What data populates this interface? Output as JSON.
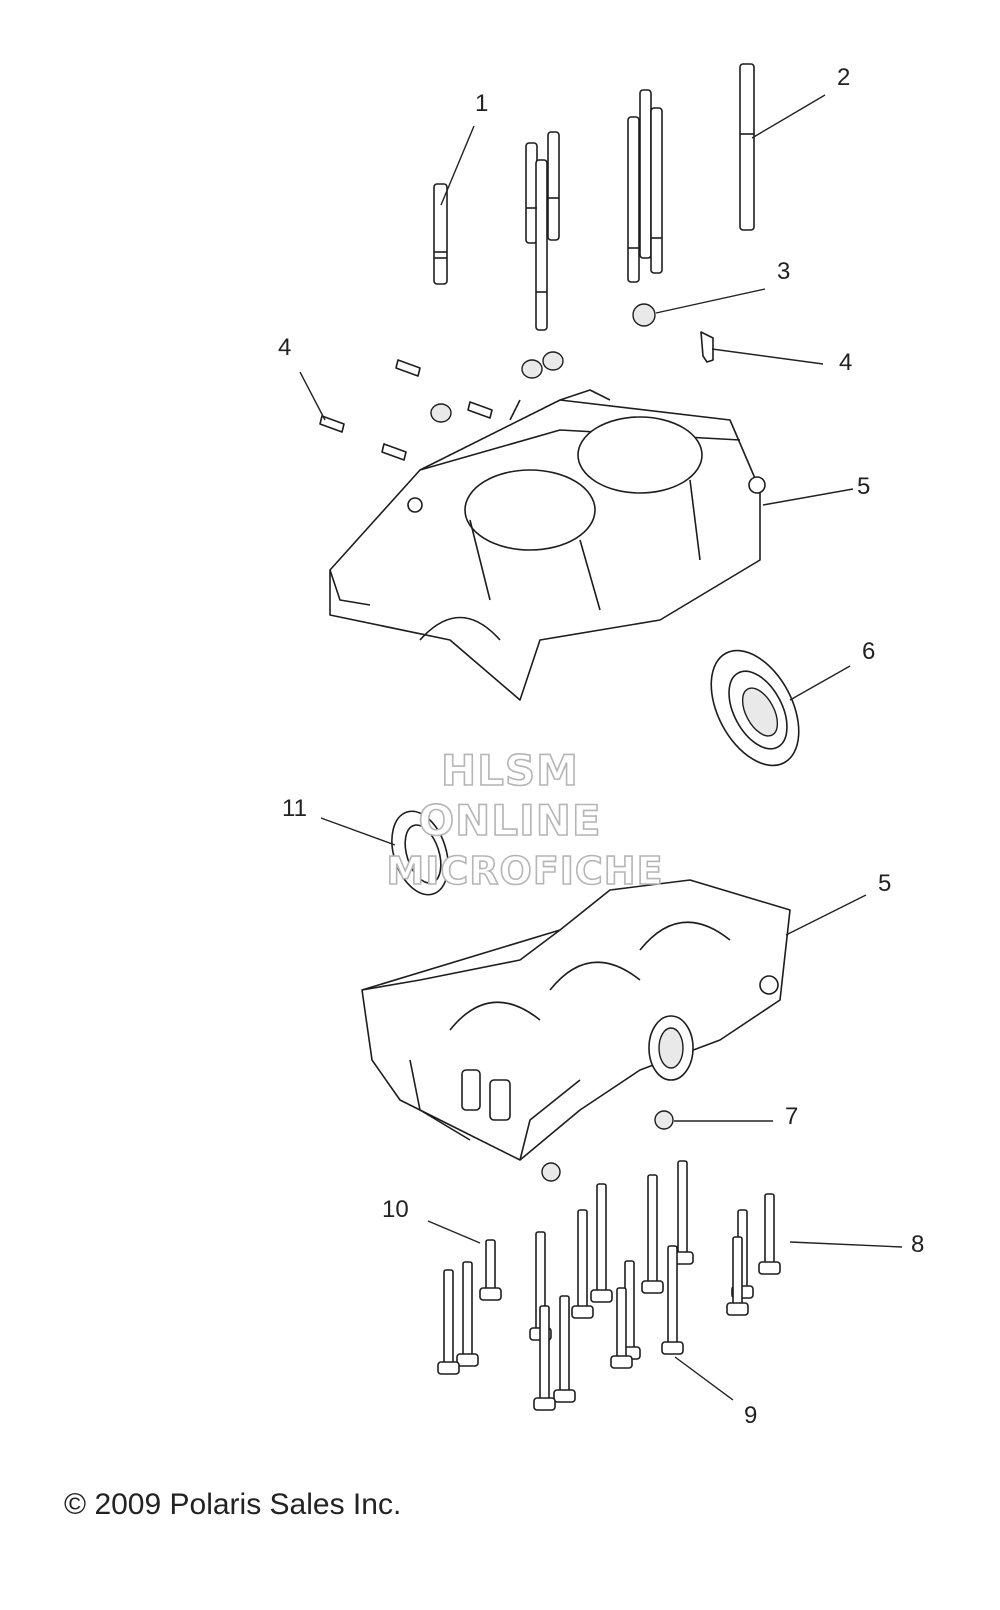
{
  "callouts": [
    {
      "id": "c1",
      "label": "1"
    },
    {
      "id": "c2",
      "label": "2"
    },
    {
      "id": "c3",
      "label": "3"
    },
    {
      "id": "c4a",
      "label": "4"
    },
    {
      "id": "c4b",
      "label": "4"
    },
    {
      "id": "c5a",
      "label": "5"
    },
    {
      "id": "c6",
      "label": "6"
    },
    {
      "id": "c11",
      "label": "11"
    },
    {
      "id": "c5b",
      "label": "5"
    },
    {
      "id": "c7",
      "label": "7"
    },
    {
      "id": "c10",
      "label": "10"
    },
    {
      "id": "c8",
      "label": "8"
    },
    {
      "id": "c9",
      "label": "9"
    }
  ],
  "watermark": {
    "line1": "HLSM",
    "line2": "ONLINE",
    "line3": "MICROFICHE"
  },
  "copyright": "© 2009 Polaris Sales Inc."
}
